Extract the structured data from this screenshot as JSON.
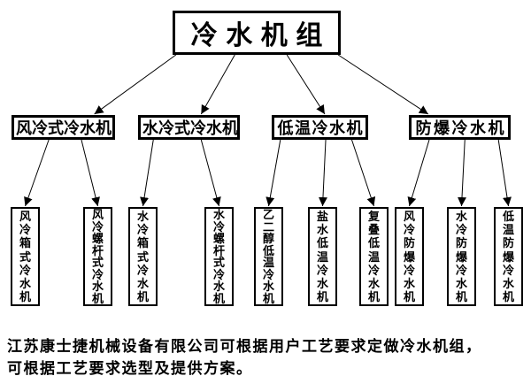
{
  "diagram": {
    "root": {
      "label": "冷水机组"
    },
    "branches": [
      {
        "label": "风冷式冷水机",
        "children": [
          "风冷箱式冷水机",
          "风冷螺杆式冷水机"
        ]
      },
      {
        "label": "水冷式冷水机",
        "children": [
          "水冷箱式冷水机",
          "水冷螺杆式冷水机"
        ]
      },
      {
        "label": "低温冷水机",
        "children": [
          "乙二醇低温冷水机",
          "盐水低温冷水机",
          "复叠低温冷水机"
        ]
      },
      {
        "label": "防爆冷水机",
        "children": [
          "风冷防爆冷水机",
          "水冷防爆冷水机",
          "低温防爆冷水机"
        ]
      }
    ],
    "colors": {
      "background": "#ffffff",
      "border": "#000000",
      "line": "#000000",
      "text": "#000000"
    }
  },
  "footer": {
    "line1": "江苏康士捷机械设备有限公司可根据用户工艺要求定做冷水机组，",
    "line2": "可根据工艺要求选型及提供方案。"
  }
}
